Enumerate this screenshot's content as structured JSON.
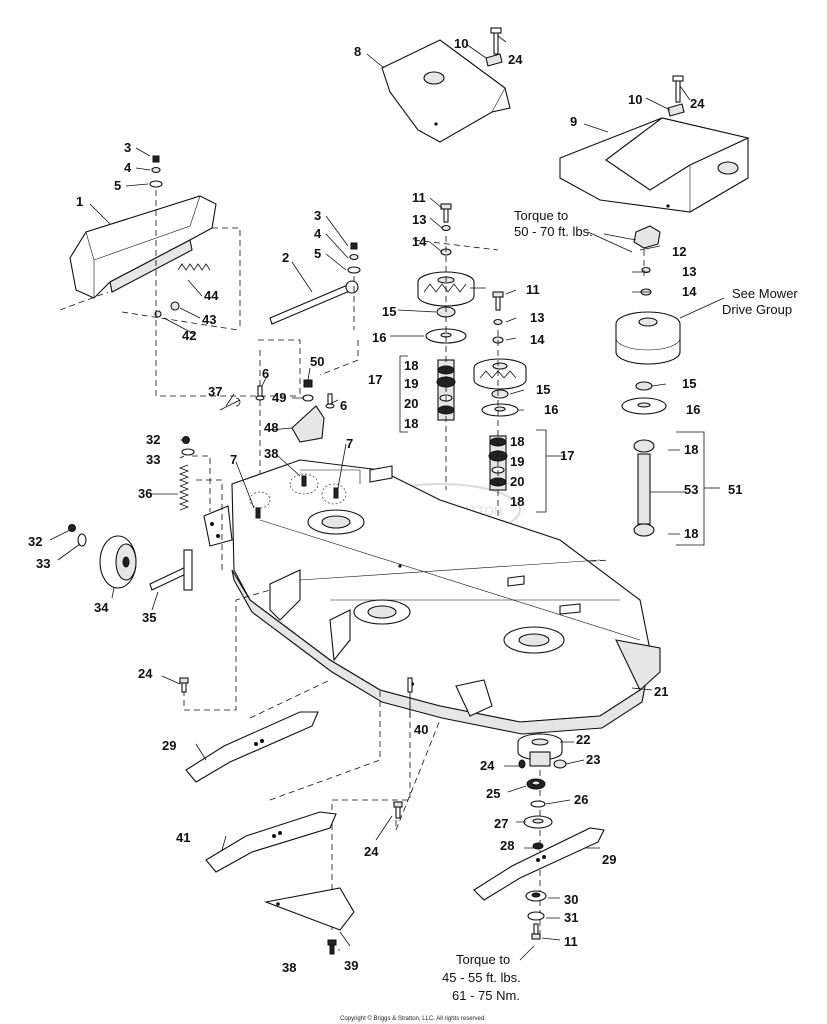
{
  "callouts": {
    "c1": "1",
    "c2": "2",
    "c3a": "3",
    "c3b": "3",
    "c4a": "4",
    "c4b": "4",
    "c5a": "5",
    "c5b": "5",
    "c6a": "6",
    "c6b": "6",
    "c7a": "7",
    "c7b": "7",
    "c8": "8",
    "c9": "9",
    "c10a": "10",
    "c10b": "10",
    "c11a": "11",
    "c11b": "11",
    "c11c": "11",
    "c12": "12",
    "c13a": "13",
    "c13b": "13",
    "c13c": "13",
    "c14a": "14",
    "c14b": "14",
    "c14c": "14",
    "c15a": "15",
    "c15b": "15",
    "c15c": "15",
    "c16a": "16",
    "c16b": "16",
    "c16c": "16",
    "c17a": "17",
    "c17b": "17",
    "c18a": "18",
    "c18b": "18",
    "c18c": "18",
    "c18d": "18",
    "c18e": "18",
    "c18f": "18",
    "c19a": "19",
    "c19b": "19",
    "c20a": "20",
    "c20b": "20",
    "c21": "21",
    "c22": "22",
    "c23": "23",
    "c24a": "24",
    "c24b": "24",
    "c24c": "24",
    "c24d": "24",
    "c24e": "24",
    "c25": "25",
    "c26": "26",
    "c27": "27",
    "c28": "28",
    "c29a": "29",
    "c29b": "29",
    "c30": "30",
    "c31": "31",
    "c32a": "32",
    "c32b": "32",
    "c33a": "33",
    "c33b": "33",
    "c34": "34",
    "c35": "35",
    "c36": "36",
    "c37": "37",
    "c38a": "38",
    "c38b": "38",
    "c39": "39",
    "c40": "40",
    "c41": "41",
    "c42": "42",
    "c43": "43",
    "c44": "44",
    "c48": "48",
    "c49": "49",
    "c50": "50",
    "c51": "51",
    "c53": "53"
  },
  "notes": {
    "torque_top_line1": "Torque to",
    "torque_top_line2": "50 - 70 ft. lbs.",
    "mower_drive_line1": "See Mower",
    "mower_drive_line2": "Drive Group",
    "torque_bottom_line1": "Torque to",
    "torque_bottom_line2": "45 - 55 ft. lbs.",
    "torque_bottom_line3": "61 - 75 Nm."
  },
  "watermark": "BRIGGS & STRATTON",
  "copyright": "Copyright © Briggs & Stratton, LLC. All rights reserved."
}
